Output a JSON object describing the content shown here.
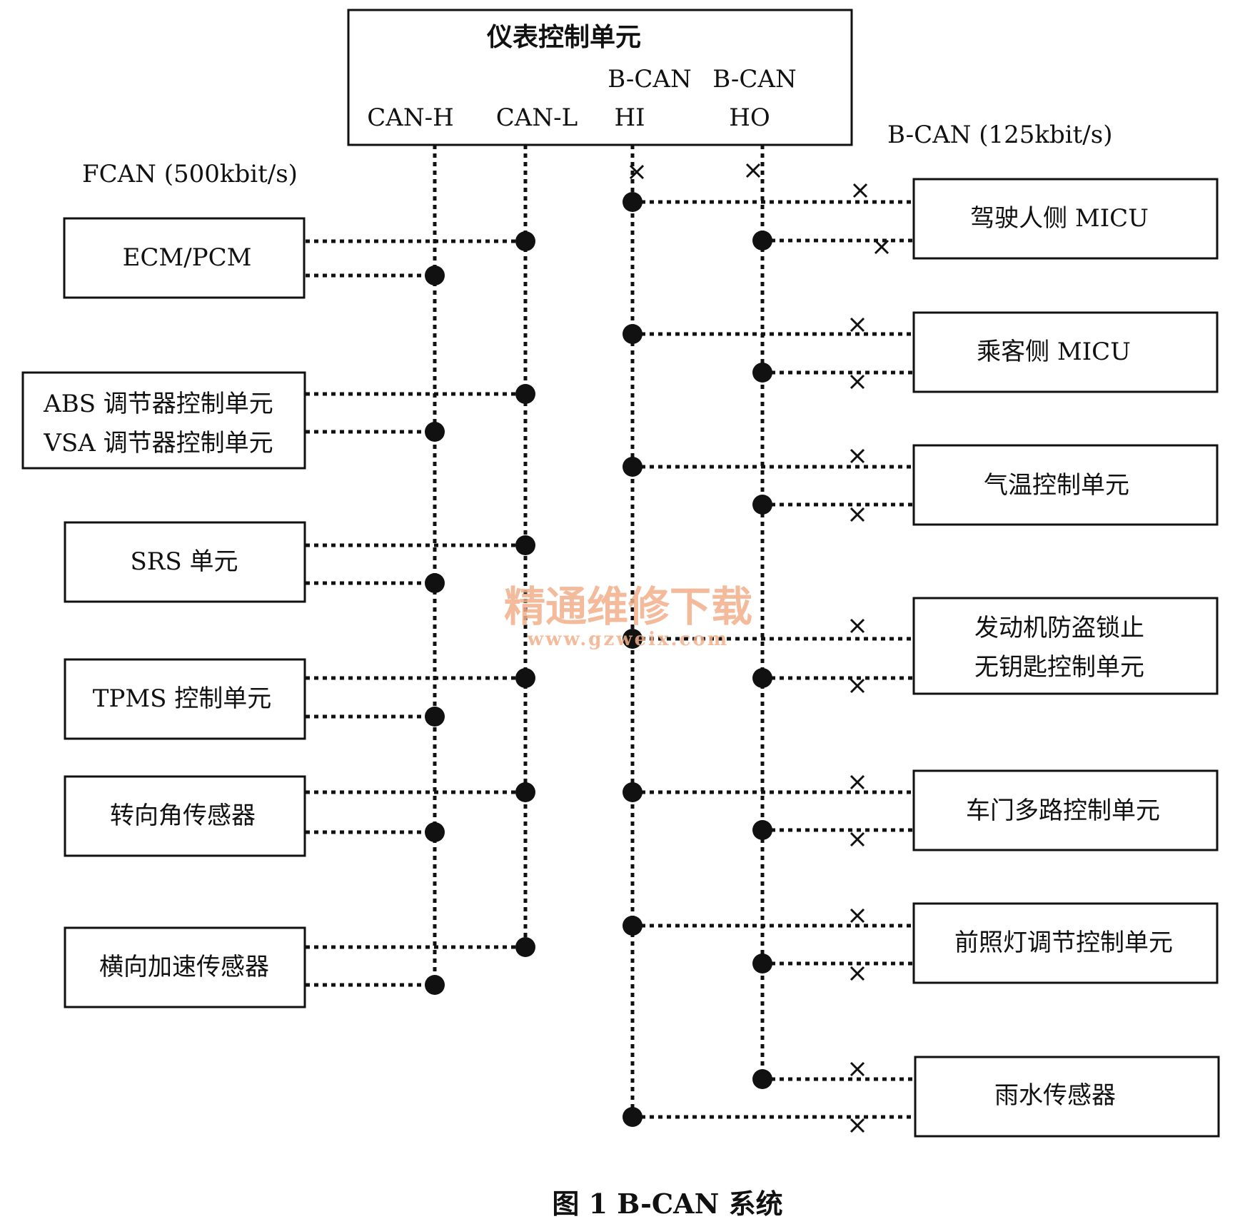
{
  "instrument_unit": {
    "title": "仪表控制单元",
    "pins": {
      "can_h": "CAN-H",
      "can_l": "CAN-L",
      "bcan_hi_top": "B-CAN",
      "bcan_hi_bottom": "HI",
      "bcan_ho_top": "B-CAN",
      "bcan_ho_bottom": "HO"
    }
  },
  "fcan_label": "FCAN (500kbit/s)",
  "bcan_label": "B-CAN (125kbit/s)",
  "fcan_units": [
    {
      "line1": "ECM/PCM",
      "line2": ""
    },
    {
      "line1": "ABS 调节器控制单元",
      "line2": "VSA 调节器控制单元"
    },
    {
      "line1": "SRS 单元",
      "line2": ""
    },
    {
      "line1": "TPMS 控制单元",
      "line2": ""
    },
    {
      "line1": "转向角传感器",
      "line2": ""
    },
    {
      "line1": "横向加速传感器",
      "line2": ""
    }
  ],
  "bcan_units": [
    {
      "line1": "驾驶人侧 MICU",
      "line2": ""
    },
    {
      "line1": "乘客侧 MICU",
      "line2": ""
    },
    {
      "line1": "气温控制单元",
      "line2": ""
    },
    {
      "line1": "发动机防盗锁止",
      "line2": "无钥匙控制单元"
    },
    {
      "line1": "车门多路控制单元",
      "line2": ""
    },
    {
      "line1": "前照灯调节控制单元",
      "line2": ""
    },
    {
      "line1": "雨水传感器",
      "line2": ""
    }
  ],
  "watermark": {
    "text": "精通维修下载",
    "url": "www.gzweix.com"
  },
  "caption": "图 1   B-CAN 系统",
  "colors": {
    "line": "#111111",
    "watermark": "#f1b08a"
  }
}
